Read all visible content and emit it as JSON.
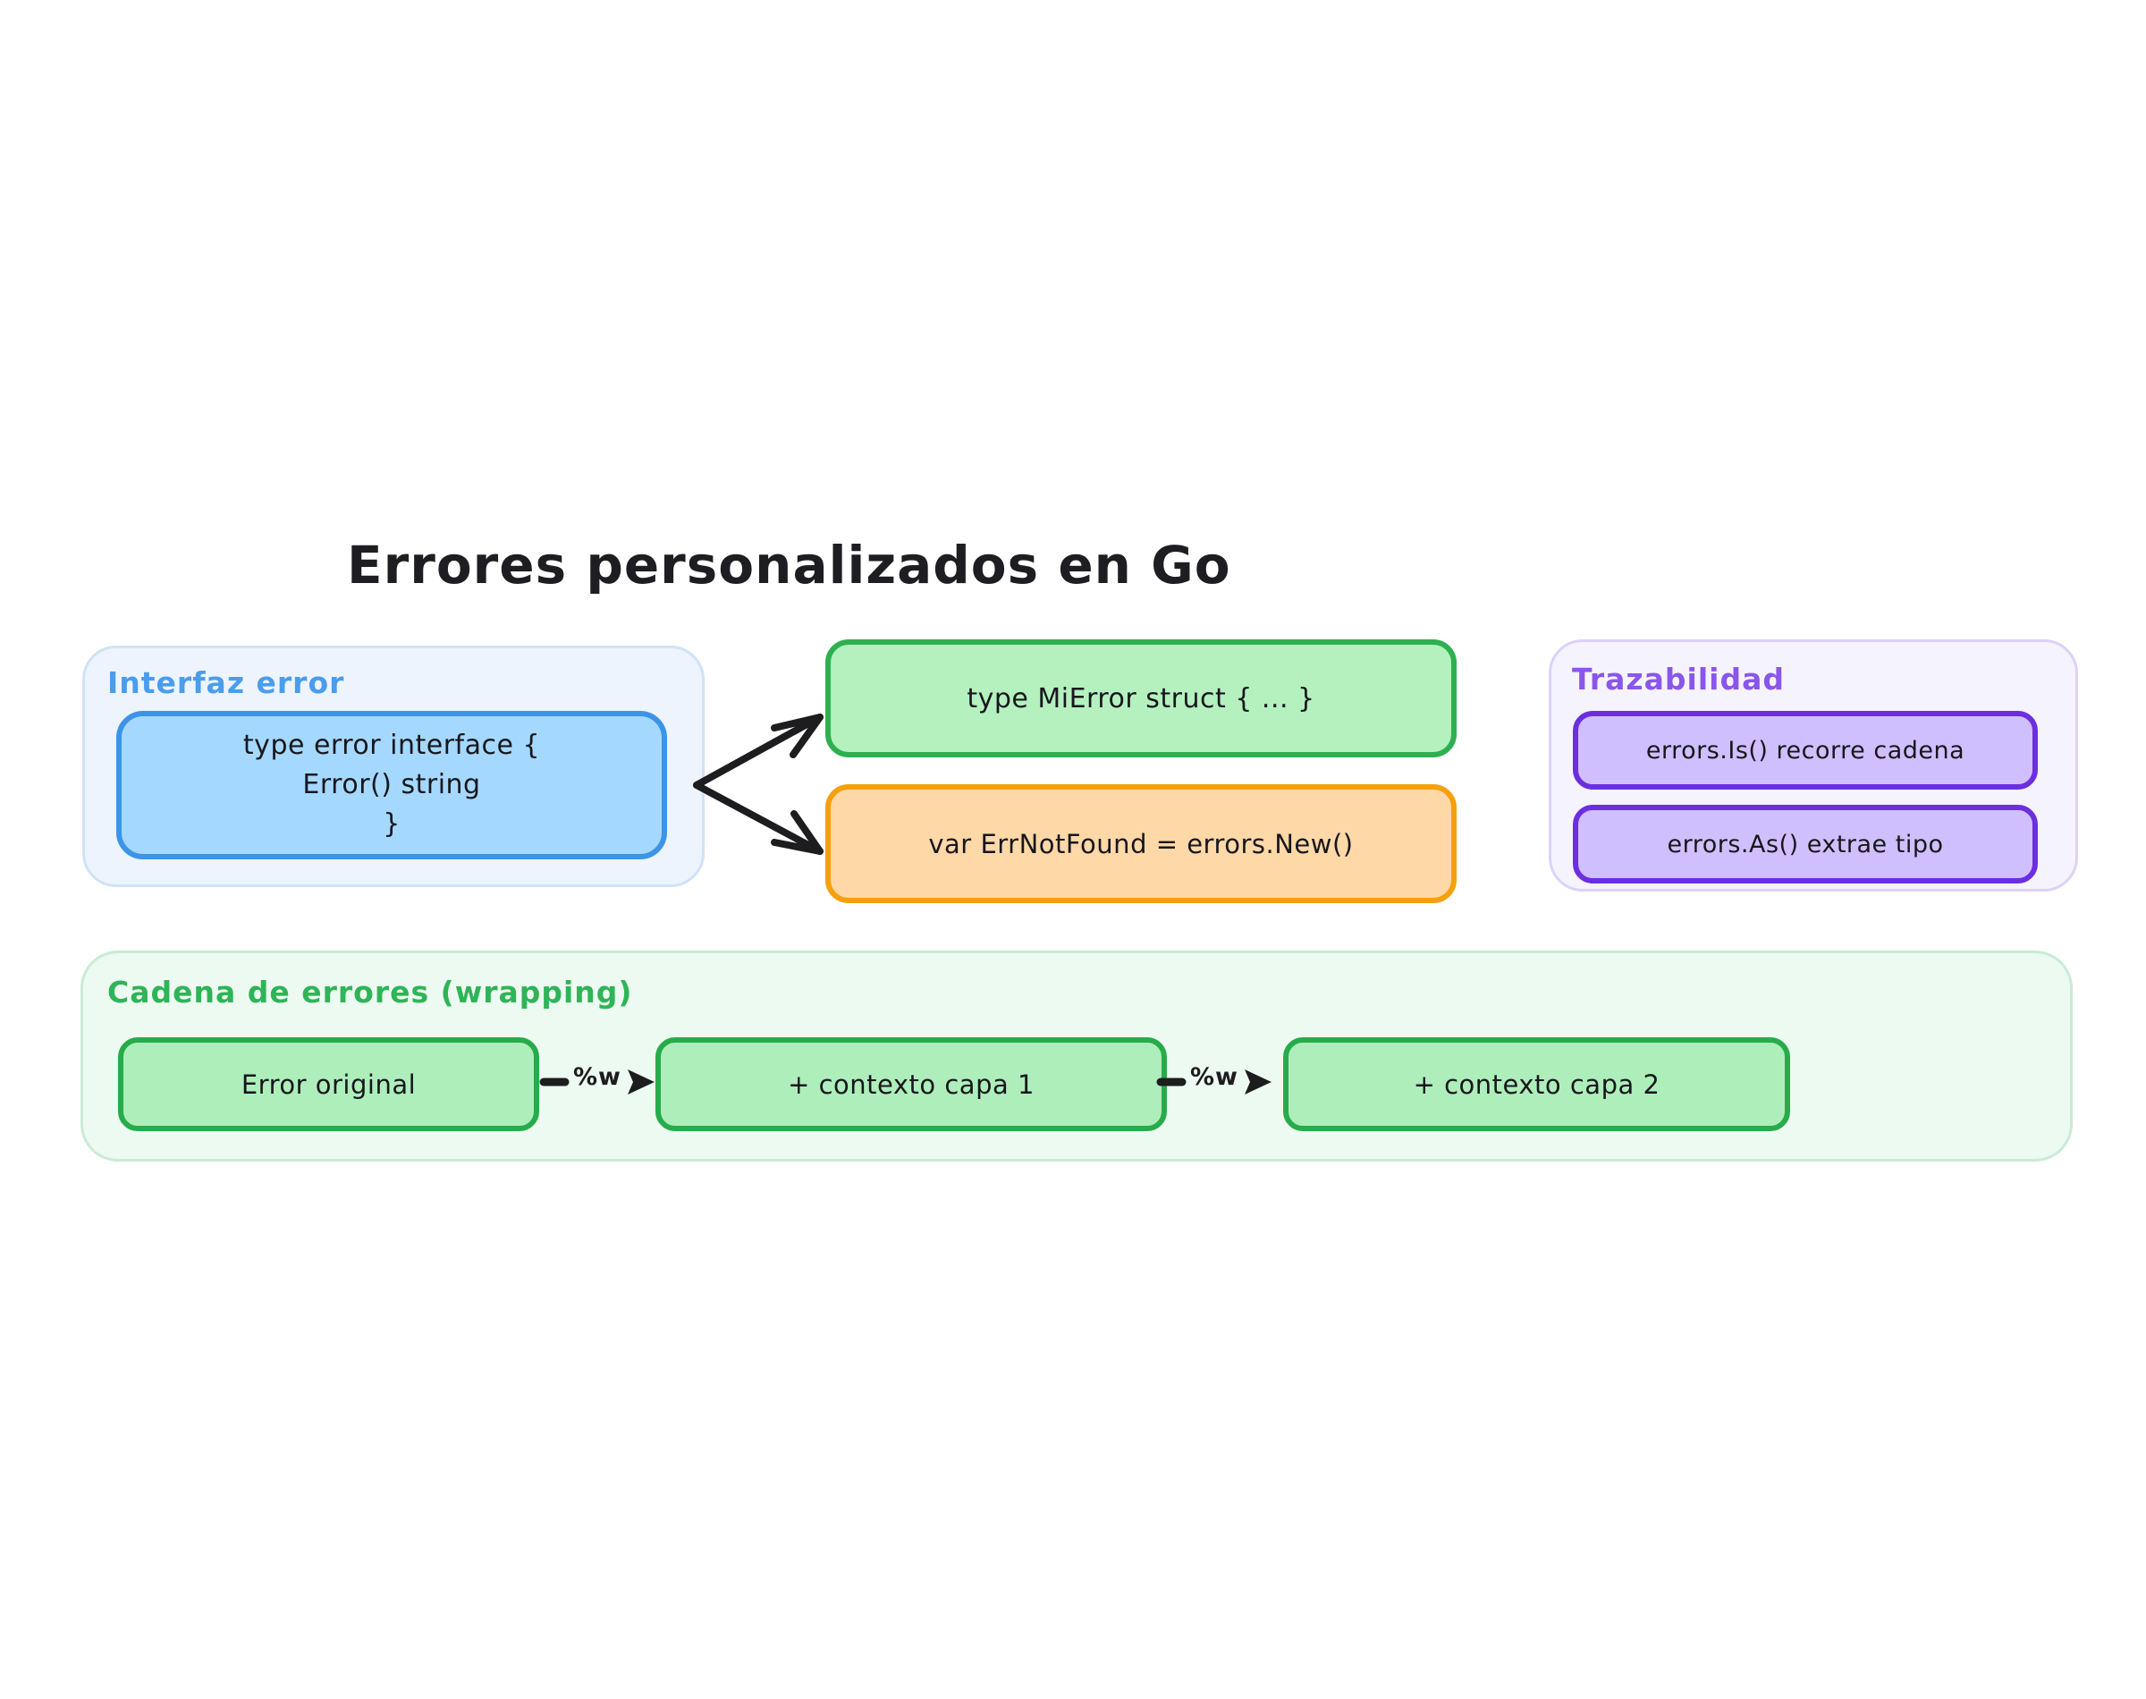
{
  "title": "Errores personalizados en Go",
  "sections": {
    "interfaz": {
      "label": "Interfaz error",
      "code_lines": [
        "type error interface {",
        "Error() string",
        "}"
      ]
    },
    "derivados": {
      "struct_box": "type MiError struct { ... }",
      "var_box": "var ErrNotFound = errors.New()"
    },
    "trazabilidad": {
      "label": "Trazabilidad",
      "items": [
        "errors.Is() recorre cadena",
        "errors.As() extrae tipo"
      ]
    },
    "cadena": {
      "label": "Cadena de errores (wrapping)",
      "boxes": [
        "Error original",
        "+ contexto capa 1",
        "+ contexto capa 2"
      ],
      "connector_label": "%w"
    }
  },
  "colors": {
    "blue_label": "#4a9ded",
    "blue_fill": "#a5d8ff",
    "blue_border": "#3d94e6",
    "green_fill": "#b2f2bb",
    "green_border": "#2eb050",
    "orange_fill": "#ffd8a8",
    "orange_border": "#f5a00c",
    "purple_label": "#8a56ea",
    "purple_fill": "#d0bfff",
    "purple_border": "#6b2fe0",
    "chain_label": "#2fb457",
    "arrow": "#1d1d20"
  }
}
